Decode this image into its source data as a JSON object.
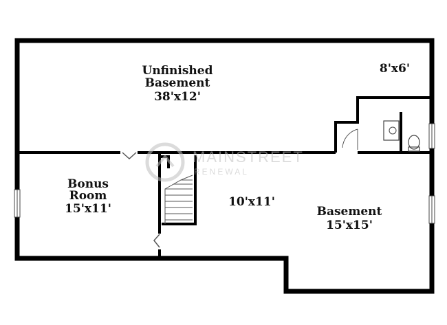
{
  "colors": {
    "wall": "#000000",
    "thin_line": "#444444",
    "background": "#ffffff",
    "watermark": "#bfbfbf"
  },
  "rooms": {
    "unfinished": {
      "name_line1": "Unfinished",
      "name_line2": "Basement",
      "size": "38'x12'"
    },
    "utility": {
      "size": "8'x6'"
    },
    "bonus": {
      "name_line1": "Bonus",
      "name_line2": "Room",
      "size": "15'x11'"
    },
    "hall": {
      "size": "10'x11'"
    },
    "basement": {
      "name": "Basement",
      "size": "15'x15'"
    }
  },
  "watermark": {
    "line1": "MAINSTREET",
    "line2": "RENEWAL",
    "icon": "house-circle-logo"
  }
}
